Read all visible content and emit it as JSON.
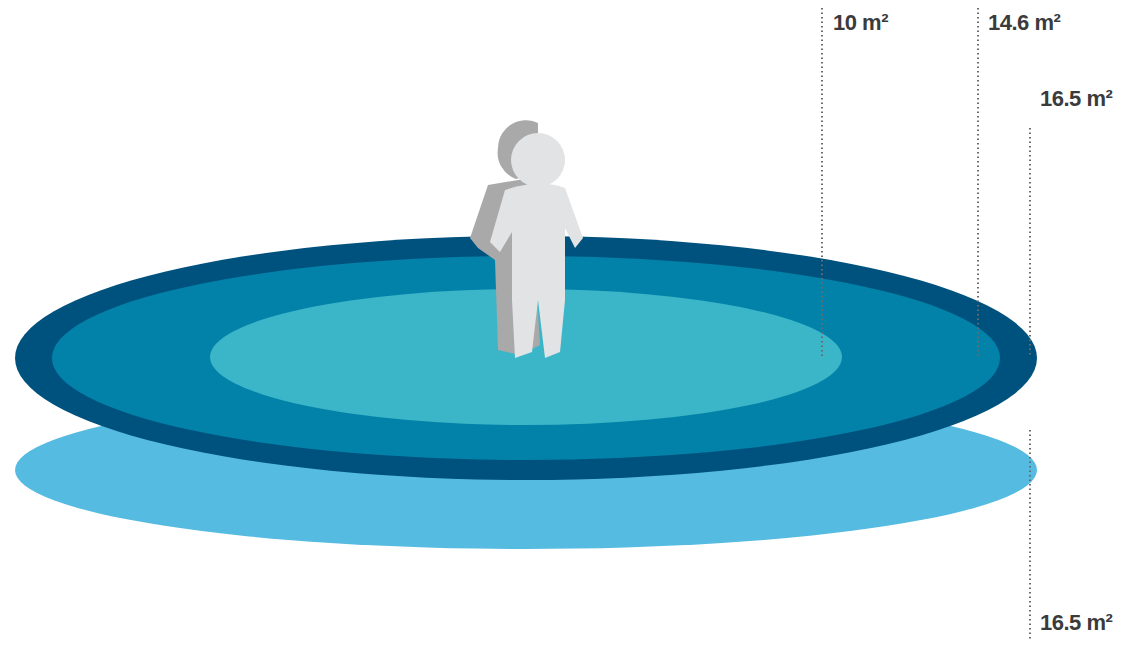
{
  "diagram": {
    "labels": [
      "10 m²",
      "14.6 m²",
      "16.5 m²",
      "16.5 m²"
    ]
  }
}
